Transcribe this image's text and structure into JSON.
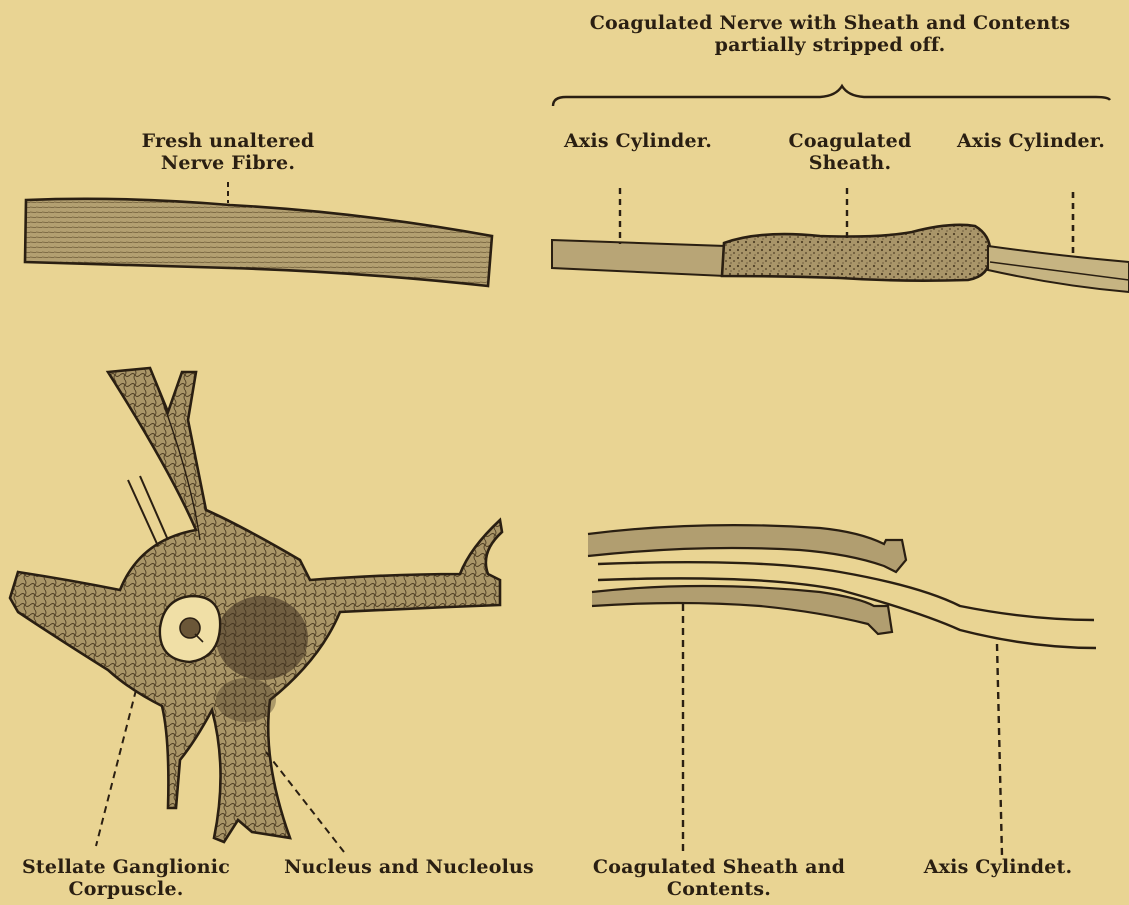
{
  "labels": {
    "title_line1": "Coagulated Nerve with Sheath and Contents",
    "title_line2": "partially stripped off.",
    "fresh_line1": "Fresh unaltered",
    "fresh_line2": "Nerve Fibre.",
    "axis_left": "Axis Cylinder.",
    "sheath_line1": "Coagulated",
    "sheath_line2": "Sheath.",
    "axis_right": "Axis Cylinder.",
    "stellate_line1": "Stellate Ganglionic",
    "stellate_line2": "Corpuscle.",
    "nucleus": "Nucleus and Nucleolus",
    "coag_contents_line1": "Coagulated Sheath and",
    "coag_contents_line2": "Contents.",
    "axis_bottom": "Axis Cylindet."
  },
  "colors": {
    "paper": "#e9d493",
    "ink": "#2a1f12",
    "fibre_fill": "#b5a274",
    "cell_fill": "#a89468",
    "nucleus_fill": "#f0dfa6"
  }
}
